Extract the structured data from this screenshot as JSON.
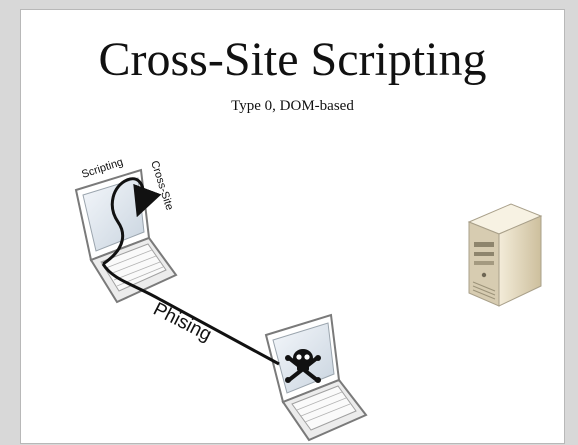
{
  "slide": {
    "title": "Cross-Site Scripting",
    "subtitle": "Type 0, DOM-based"
  },
  "labels": {
    "scripting": "Scripting",
    "cross_site": "Cross-Site",
    "phishing": "Phising"
  },
  "icons": {
    "victim": "laptop-icon",
    "attacker": "laptop-icon",
    "skull": "skull-crossbones-icon",
    "server": "server-icon"
  },
  "colors": {
    "slide_bg": "#ffffff",
    "frame": "#d8d8d8",
    "line": "#111111",
    "server_body": "#e6ddc6"
  }
}
